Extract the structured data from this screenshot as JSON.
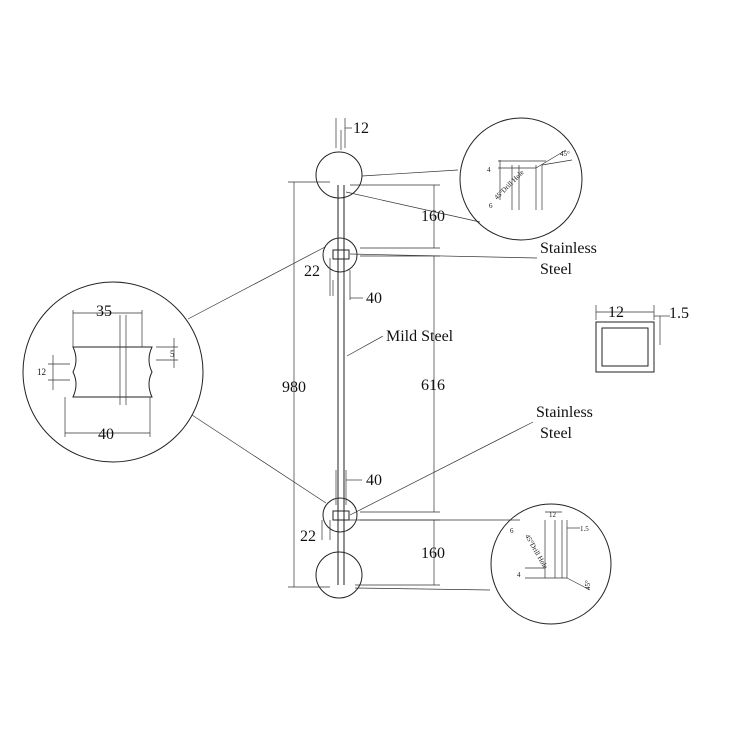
{
  "diagram": {
    "dimensions": {
      "top_width": "12",
      "overall_height": "980",
      "top_segment": "160",
      "middle_segment": "616",
      "bottom_segment": "160",
      "upper_collar_width": "22",
      "upper_collar_offset": "40",
      "lower_collar_offset": "40",
      "lower_collar_width": "22"
    },
    "labels": {
      "upper_material_line1": "Stainless",
      "upper_material_line2": "Steel",
      "shaft_material": "Mild Steel",
      "lower_material_line1": "Stainless",
      "lower_material_line2": "Steel"
    },
    "collar_detail": {
      "top_dim": "35",
      "bottom_dim": "40",
      "left_dim": "12",
      "right_dim": "5"
    },
    "section_detail": {
      "width": "12",
      "wall": "1.5"
    },
    "top_detail": {
      "dim_a": "4",
      "dim_b": "6",
      "hole_note": "45°Drill Hole",
      "angle": "45°"
    },
    "bottom_detail": {
      "dim_a": "12",
      "dim_b": "1.5",
      "dim_c": "6",
      "dim_d": "4",
      "hole_note": "45°Drill Hole",
      "angle": "45°"
    }
  }
}
